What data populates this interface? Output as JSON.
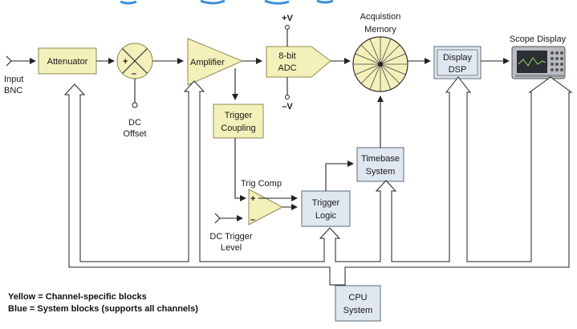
{
  "blocks": {
    "input": [
      "Input",
      "BNC"
    ],
    "attenuator": "Attenuator",
    "mixer_plus": "+",
    "mixer_minus": "–",
    "dc_offset": [
      "DC",
      "Offset"
    ],
    "amplifier": "Amplifier",
    "adc": [
      "8-bit",
      "ADC"
    ],
    "vplus": "+V",
    "vminus": "–V",
    "memory": [
      "Acquistion",
      "Memory"
    ],
    "display_dsp": [
      "Display",
      "DSP"
    ],
    "scope_display": "Scope Display",
    "trigger_coupling": [
      "Trigger",
      "Coupling"
    ],
    "trig_comp": "Trig Comp",
    "comp_plus": "+",
    "comp_minus": "–",
    "dc_trigger_level": [
      "DC Trigger",
      "Level"
    ],
    "trigger_logic": [
      "Trigger",
      "Logic"
    ],
    "timebase": [
      "Timebase",
      "System"
    ],
    "cpu": [
      "CPU",
      "System"
    ]
  },
  "legend": {
    "yellow": "Yellow = Channel-specific blocks",
    "blue": "Blue = System blocks (supports all channels)"
  },
  "colors": {
    "yellow_block": "#f3f0b9",
    "blue_block": "#dfe7ef",
    "top_title_blue": "#3a8fd6"
  }
}
